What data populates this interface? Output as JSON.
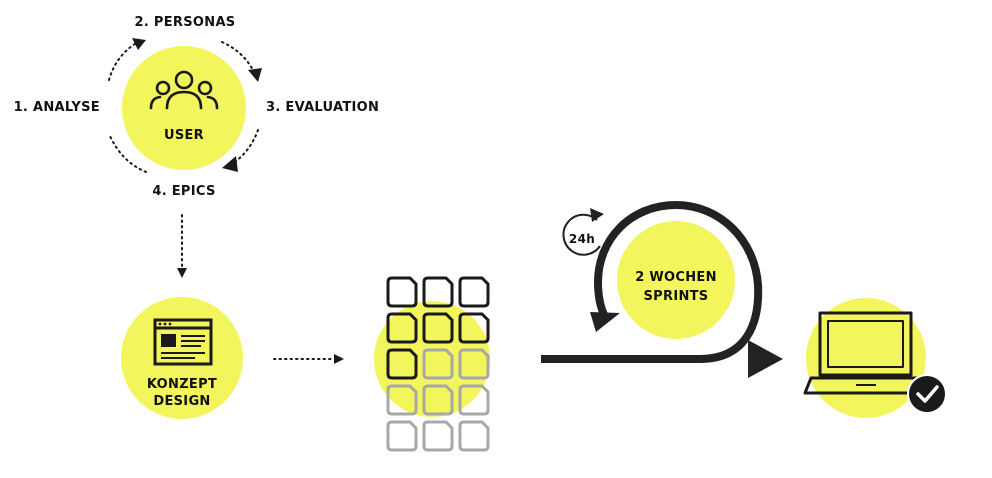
{
  "colors": {
    "accent": "#f2f55c",
    "ink": "#1a1a1a",
    "gray": "#a8a8a8",
    "white": "#ffffff"
  },
  "cycle": {
    "center_label": "USER",
    "steps": [
      {
        "label": "1. ANALYSE"
      },
      {
        "label": "2. PERSONAS"
      },
      {
        "label": "3. EVALUATION"
      },
      {
        "label": "4. EPICS"
      }
    ]
  },
  "concept": {
    "line1": "KONZEPT",
    "line2": "DESIGN"
  },
  "sprints": {
    "line1": "2 WOCHEN",
    "line2": "SPRINTS",
    "daily": "24h"
  },
  "backlog": {
    "dark_tiles": 7,
    "total_tiles": 15,
    "columns": 3
  },
  "icons": {
    "user": "users-group-icon",
    "concept": "browser-window-icon",
    "laptop": "laptop-icon",
    "check": "check-circle-icon"
  }
}
